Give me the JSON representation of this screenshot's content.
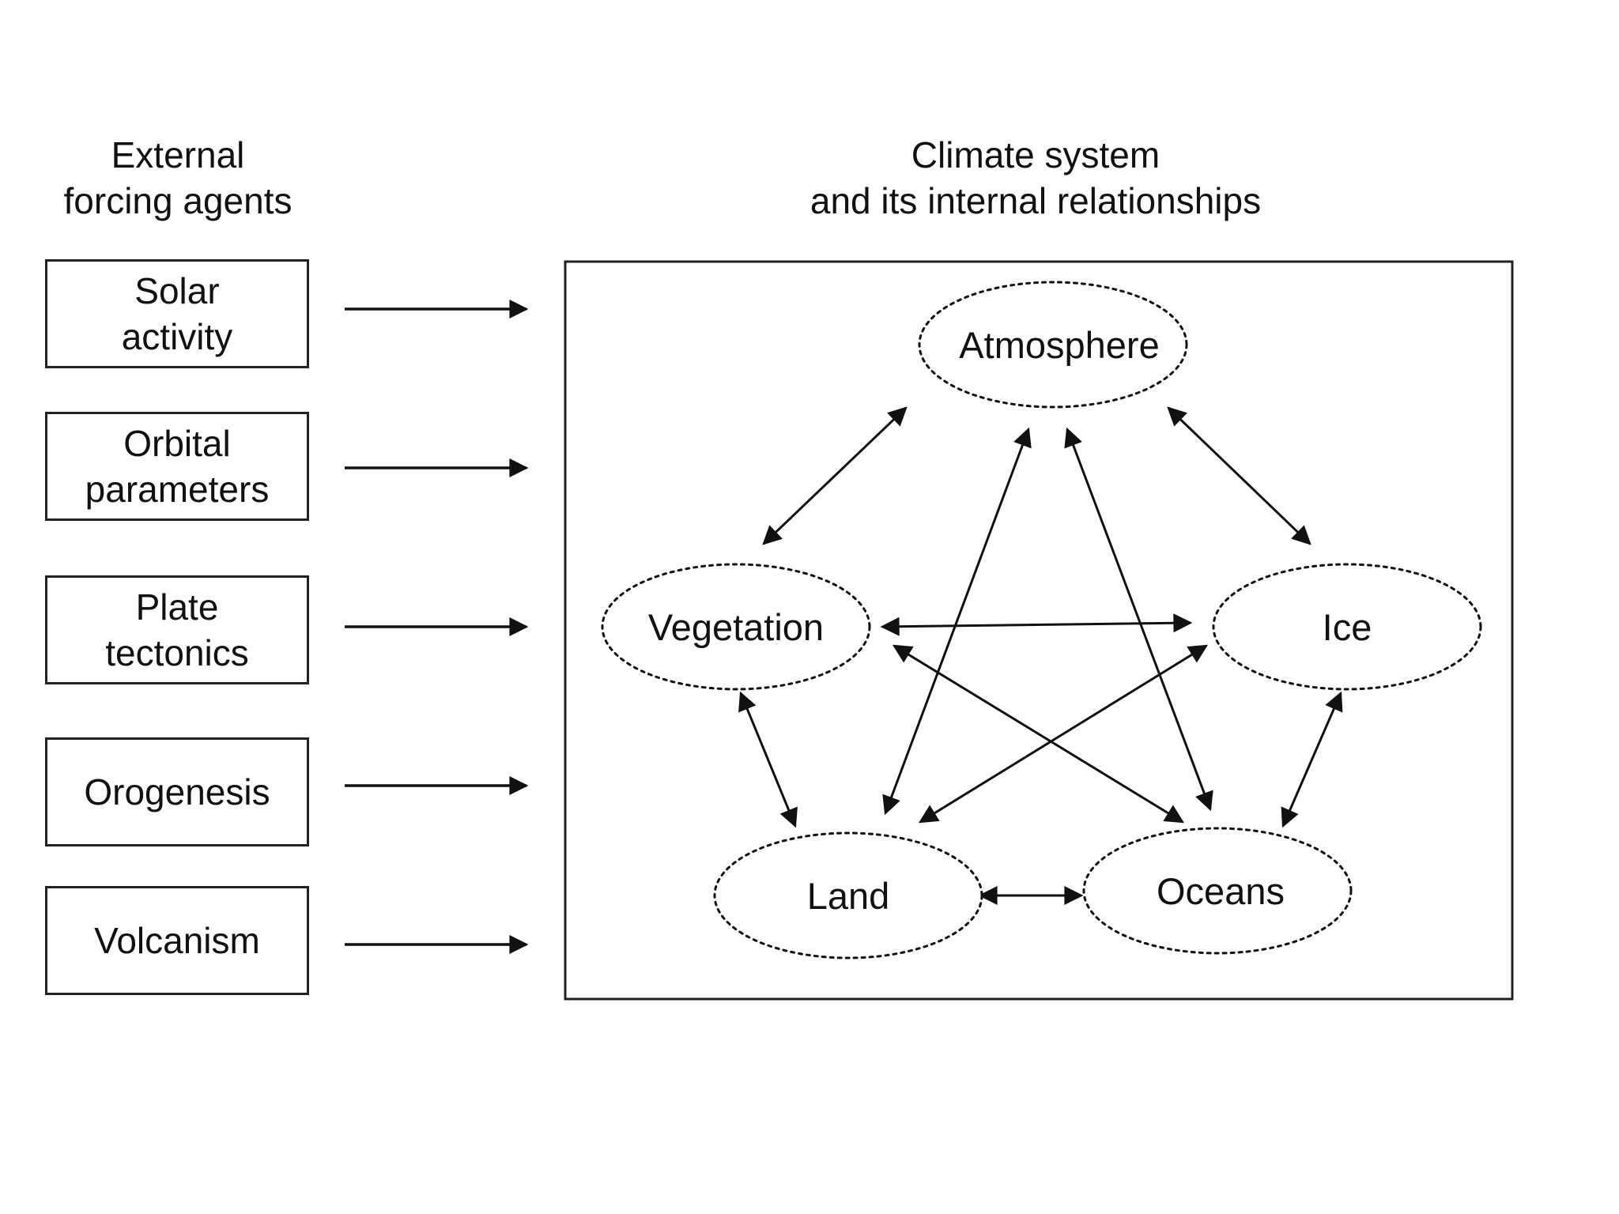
{
  "headings": {
    "external": "External\nforcing agents",
    "climate": "Climate system\nand its internal relationships"
  },
  "forcing_agents": [
    "Solar\nactivity",
    "Orbital\nparameters",
    "Plate\ntectonics",
    "Orogenesis",
    "Volcanism"
  ],
  "components": {
    "atmosphere": "Atmosphere",
    "vegetation": "Vegetation",
    "ice": "Ice",
    "land": "Land",
    "oceans": "Oceans"
  },
  "relationships": [
    [
      "atmosphere",
      "vegetation"
    ],
    [
      "atmosphere",
      "ice"
    ],
    [
      "atmosphere",
      "land"
    ],
    [
      "atmosphere",
      "oceans"
    ],
    [
      "vegetation",
      "ice"
    ],
    [
      "vegetation",
      "land"
    ],
    [
      "vegetation",
      "oceans"
    ],
    [
      "ice",
      "land"
    ],
    [
      "ice",
      "oceans"
    ],
    [
      "land",
      "oceans"
    ]
  ],
  "colors": {
    "line": "#111111",
    "background": "#ffffff"
  }
}
